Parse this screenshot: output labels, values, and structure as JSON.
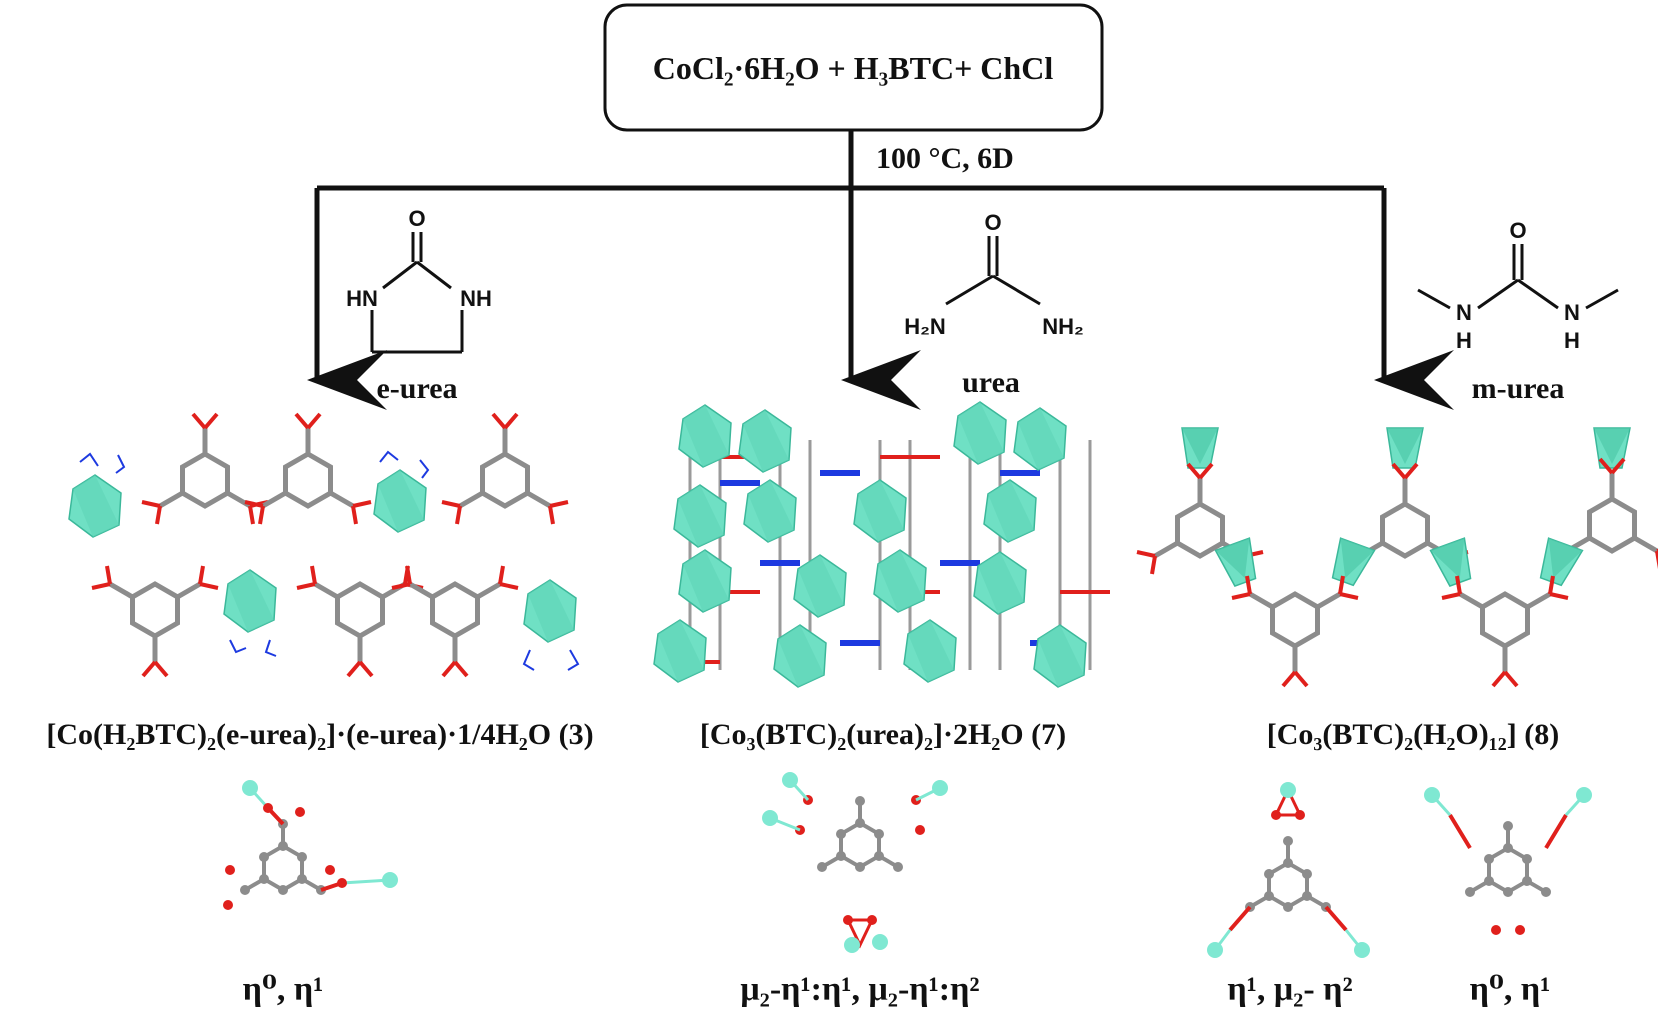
{
  "reactants": {
    "formula": "CoCl₂·6H₂O + H₃BTC+ ChCl"
  },
  "conditions": "100 °C, 6D",
  "ligands": [
    {
      "id": "e-urea",
      "name": "e-urea",
      "atoms": {
        "o": "O",
        "nh_left": "HN",
        "nh_right": "NH"
      }
    },
    {
      "id": "urea",
      "name": "urea",
      "atoms": {
        "o": "O",
        "nh2_left": "H₂N",
        "nh2_right": "NH₂"
      }
    },
    {
      "id": "m-urea",
      "name": "m-urea",
      "atoms": {
        "o": "O",
        "n_left": "N",
        "n_right": "N",
        "h_left": "H",
        "h_right": "H"
      }
    }
  ],
  "products": [
    {
      "id": "compound-3",
      "formula": "[Co(H₂BTC)₂(e-urea)₂]·(e-urea)·1/4H₂O (3)"
    },
    {
      "id": "compound-7",
      "formula": "[Co₃(BTC)₂(urea)₂]·2H₂O (7)"
    },
    {
      "id": "compound-8",
      "formula": "[Co₃(BTC)₂(H₂O)₁₂] (8)"
    }
  ],
  "coordination_modes": [
    {
      "id": "mode-3",
      "label": "η⁰, η¹"
    },
    {
      "id": "mode-7",
      "label": "μ₂-η¹:η¹, μ₂-η¹:η²"
    },
    {
      "id": "mode-8a",
      "label": "η¹, μ₂- η²"
    },
    {
      "id": "mode-8b",
      "label": "η⁰, η¹"
    }
  ],
  "colors": {
    "line": "#111111",
    "polyhedron": "#6fe0c4",
    "polyhedron_dark": "#3bb89a",
    "carbon": "#8c8c8c",
    "oxygen": "#e0201c",
    "nitrogen": "#1d3ae0",
    "cobalt": "#7fe8d2"
  }
}
